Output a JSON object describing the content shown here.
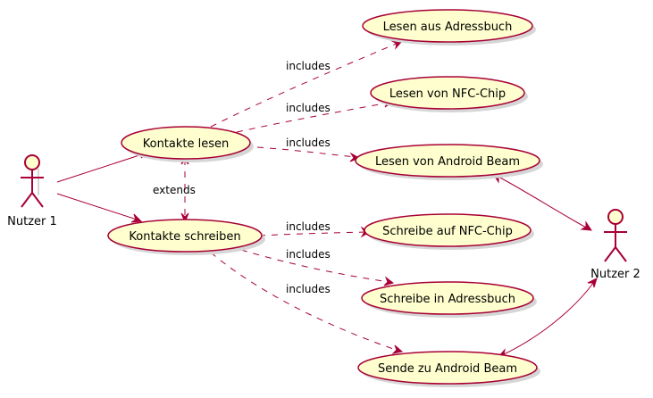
{
  "diagram": {
    "actors": [
      {
        "id": "nutzer1",
        "name": "Nutzer 1"
      },
      {
        "id": "nutzer2",
        "name": "Nutzer 2"
      }
    ],
    "usecases": [
      {
        "id": "kontakte_lesen",
        "label": "Kontakte lesen"
      },
      {
        "id": "kontakte_schreiben",
        "label": "Kontakte schreiben"
      },
      {
        "id": "lesen_adressbuch",
        "label": "Lesen aus Adressbuch"
      },
      {
        "id": "lesen_nfc",
        "label": "Lesen von NFC-Chip"
      },
      {
        "id": "lesen_beam",
        "label": "Lesen von Android Beam"
      },
      {
        "id": "schreibe_nfc",
        "label": "Schreibe auf NFC-Chip"
      },
      {
        "id": "schreibe_adressbuch",
        "label": "Schreibe in Adressbuch"
      },
      {
        "id": "sende_beam",
        "label": "Sende zu Android Beam"
      }
    ],
    "relations": [
      {
        "from": "nutzer1",
        "to": "kontakte_lesen",
        "type": "association",
        "label": ""
      },
      {
        "from": "nutzer1",
        "to": "kontakte_schreiben",
        "type": "association",
        "label": ""
      },
      {
        "from": "kontakte_lesen",
        "to": "lesen_adressbuch",
        "type": "dependency",
        "label": "includes"
      },
      {
        "from": "kontakte_lesen",
        "to": "lesen_nfc",
        "type": "dependency",
        "label": "includes"
      },
      {
        "from": "kontakte_lesen",
        "to": "lesen_beam",
        "type": "dependency",
        "label": "includes"
      },
      {
        "from": "kontakte_schreiben",
        "to": "kontakte_lesen",
        "type": "dependency",
        "label": "extends"
      },
      {
        "from": "kontakte_schreiben",
        "to": "schreibe_nfc",
        "type": "dependency",
        "label": "includes"
      },
      {
        "from": "kontakte_schreiben",
        "to": "schreibe_adressbuch",
        "type": "dependency",
        "label": "includes"
      },
      {
        "from": "kontakte_schreiben",
        "to": "sende_beam",
        "type": "dependency",
        "label": "includes"
      },
      {
        "from": "lesen_beam",
        "to": "nutzer2",
        "type": "association",
        "label": ""
      },
      {
        "from": "sende_beam",
        "to": "nutzer2",
        "type": "association",
        "label": ""
      }
    ]
  },
  "colors": {
    "usecase_fill": "#FEFECE",
    "line": "#A80036"
  }
}
